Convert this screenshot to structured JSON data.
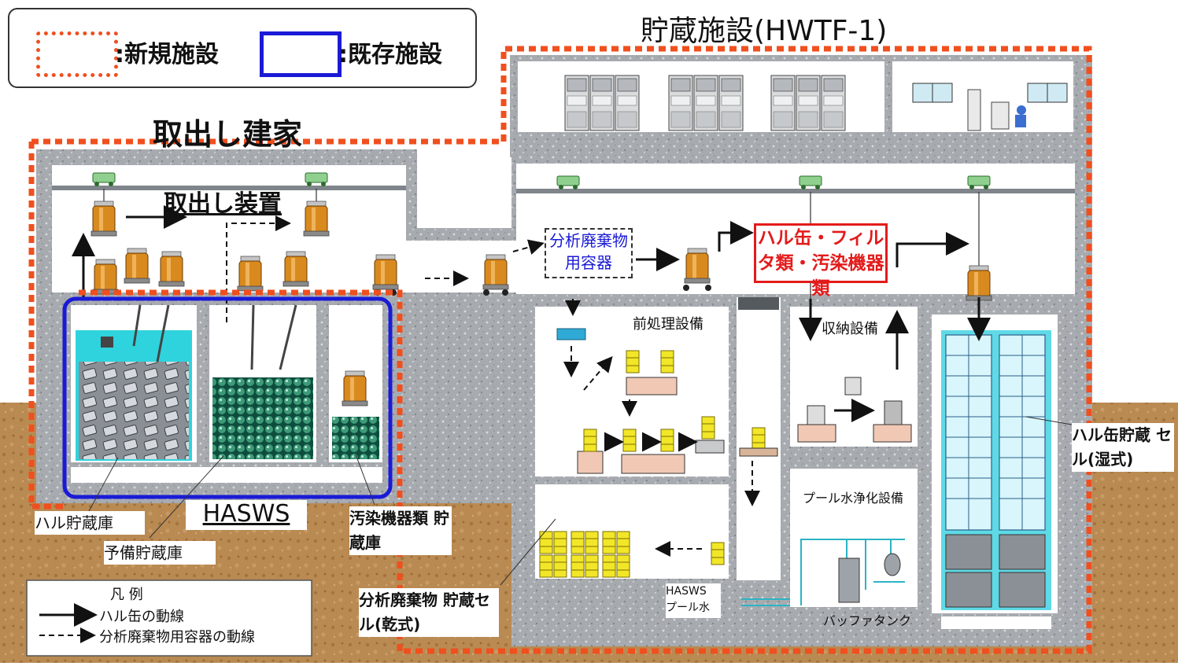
{
  "legend_top": {
    "new_label": ":新規施設",
    "existing_label": ":既存施設"
  },
  "titles": {
    "storage_facility": "貯蔵施設(HWTF-1)",
    "retrieval_building": "取出し建家",
    "retrieval_device": "取出し装置",
    "haSWS": "HASWS"
  },
  "boxes": {
    "analysis_container": "分析廃棄物用容器",
    "hull_filter": "ハル缶・フィルタ類・汚染機器類"
  },
  "rooms": {
    "pretreatment": "前処理設備",
    "storage_equipment": "収納設備",
    "pool_purification": "プール水浄化設備",
    "haSWS_pool": "HASWS プール水",
    "buffer_tank": "バッファタンク"
  },
  "callouts": {
    "hull_storage": "ハル貯蔵庫",
    "reserve_storage": "予備貯蔵庫",
    "contaminated_storage": "汚染機器類 貯蔵庫",
    "analysis_cell": "分析廃棄物 貯蔵セル(乾式)",
    "hull_cell": "ハル缶貯蔵 セル(湿式)"
  },
  "legend_bottom": {
    "title": "凡 例",
    "solid": "ハル缶の動線",
    "dashed": "分析廃棄物用容器の動線"
  },
  "colors": {
    "new_facility": "#f04f1e",
    "existing_facility": "#1a1ad6",
    "concrete": "#a9adb2",
    "soil": "#b8864e",
    "water": "#2fd3dd",
    "can": "#d98a1e",
    "hull_box": "#e31b1b"
  }
}
